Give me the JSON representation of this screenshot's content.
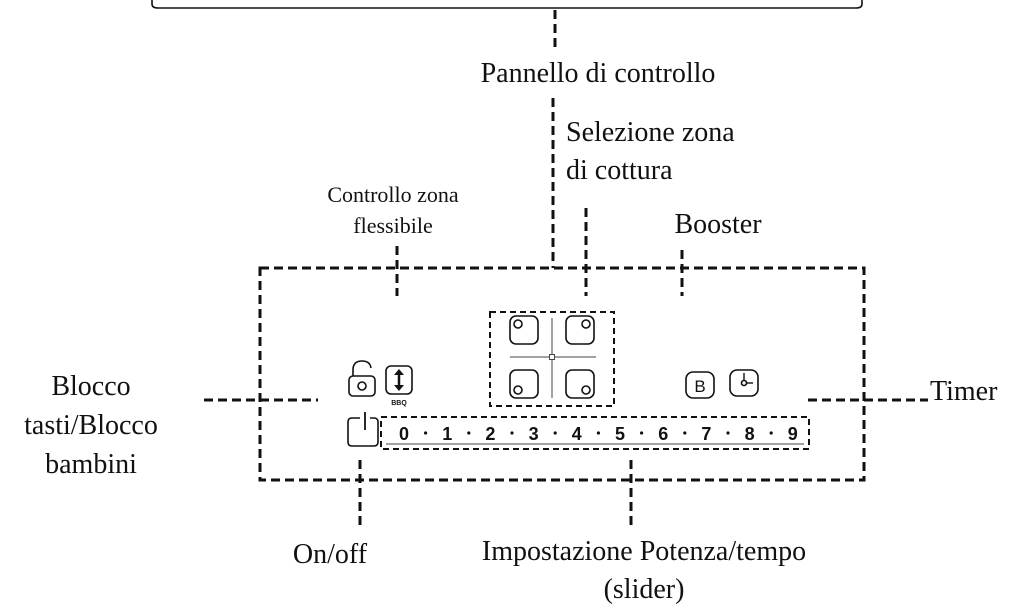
{
  "labels": {
    "control_panel": "Pannello di controllo",
    "zone_selection_line1": "Selezione zona",
    "zone_selection_line2": "di cottura",
    "flex_zone_line1": "Controllo zona",
    "flex_zone_line2": "flessibile",
    "booster": "Booster",
    "lock_line1": "Blocco",
    "lock_line2": "tasti/Blocco",
    "lock_line3": "bambini",
    "timer": "Timer",
    "onoff": "On/off",
    "power_line1": "Impostazione Potenza/tempo",
    "power_line2": "(slider)"
  },
  "panel": {
    "bbq_label": "BBQ",
    "booster_key": "B",
    "slider_values": [
      "0",
      "1",
      "2",
      "3",
      "4",
      "5",
      "6",
      "7",
      "8",
      "9"
    ]
  },
  "icons": {
    "lock": "padlock-icon",
    "bbq": "updown-arrow-icon",
    "power": "power-icon",
    "zones": "cooking-zone-icon",
    "booster": "booster-icon",
    "timer": "timer-icon"
  }
}
